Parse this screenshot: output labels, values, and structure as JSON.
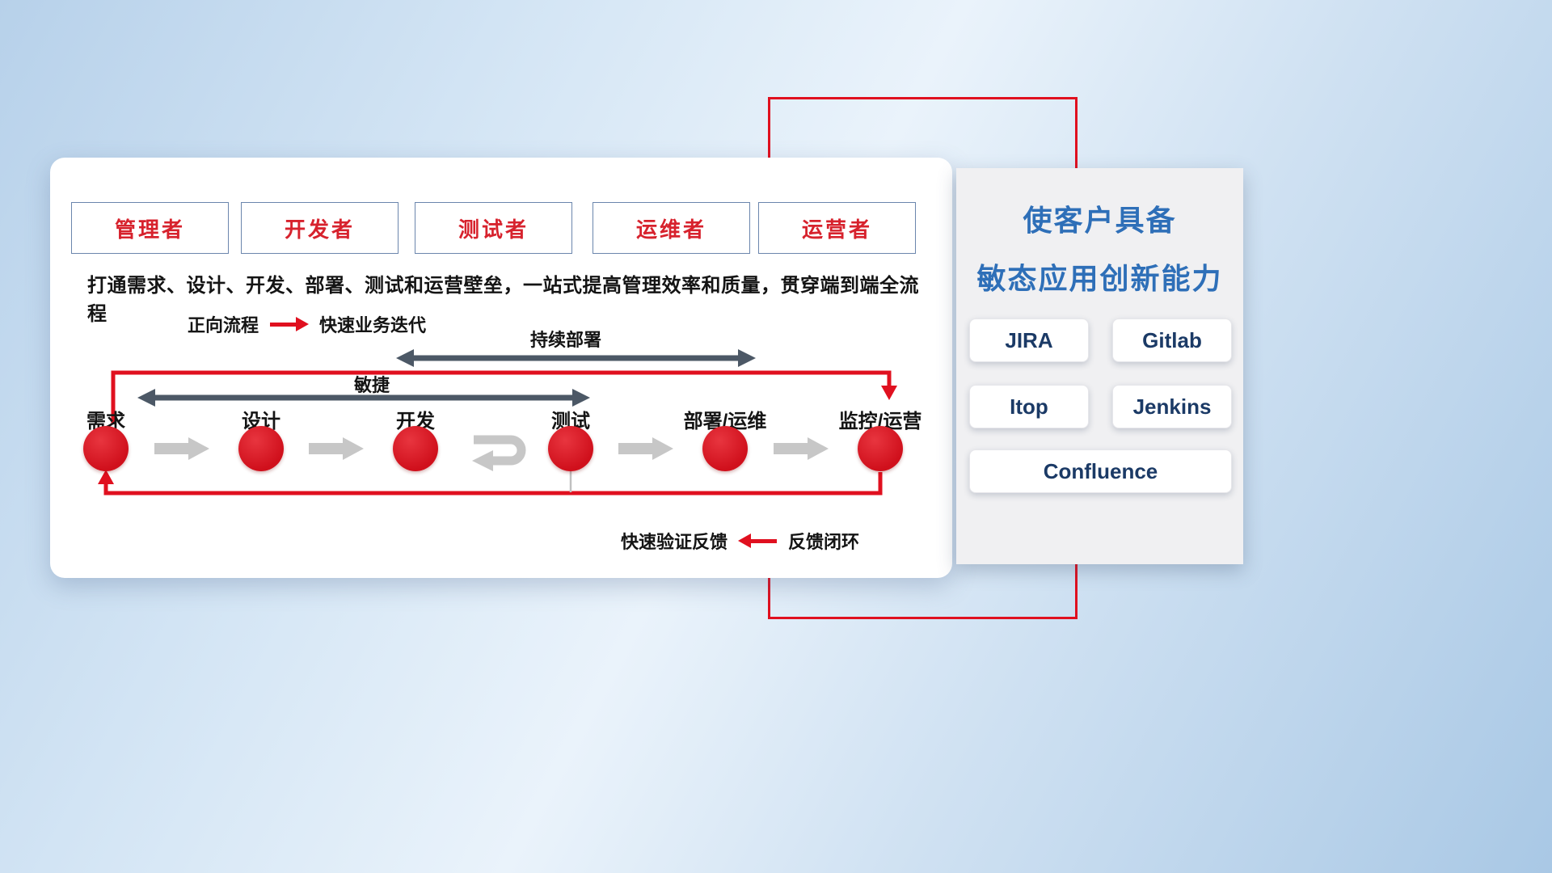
{
  "roles": [
    {
      "label": "管理者"
    },
    {
      "label": "开发者"
    },
    {
      "label": "测试者"
    },
    {
      "label": "运维者"
    },
    {
      "label": "运营者"
    }
  ],
  "subtitle": "打通需求、设计、开发、部署、测试和运营壁垒，一站式提高管理效率和质量，贯穿端到端全流程",
  "forward_legend": {
    "label": "正向流程",
    "desc": "快速业务迭代"
  },
  "span_arrows": {
    "continuous_deployment": "持续部署",
    "agile": "敏捷"
  },
  "stages": [
    {
      "label": "需求"
    },
    {
      "label": "设计"
    },
    {
      "label": "开发"
    },
    {
      "label": "测试"
    },
    {
      "label": "部署/运维"
    },
    {
      "label": "监控/运营"
    }
  ],
  "feedback_legend": {
    "label": "快速验证反馈",
    "desc": "反馈闭环"
  },
  "right_panel": {
    "title_line1": "使客户具备",
    "title_line2": "敏态应用创新能力",
    "tools": [
      {
        "name": "JIRA"
      },
      {
        "name": "Gitlab"
      },
      {
        "name": "Itop"
      },
      {
        "name": "Jenkins"
      },
      {
        "name": "Confluence"
      }
    ]
  },
  "colors": {
    "red": "#e0101f",
    "dark_arrow": "#4c5866",
    "gray_arrow": "#c7c7c7",
    "title_blue": "#2e6fb8",
    "role_text": "#d7222d",
    "role_border": "#6b86ad"
  }
}
